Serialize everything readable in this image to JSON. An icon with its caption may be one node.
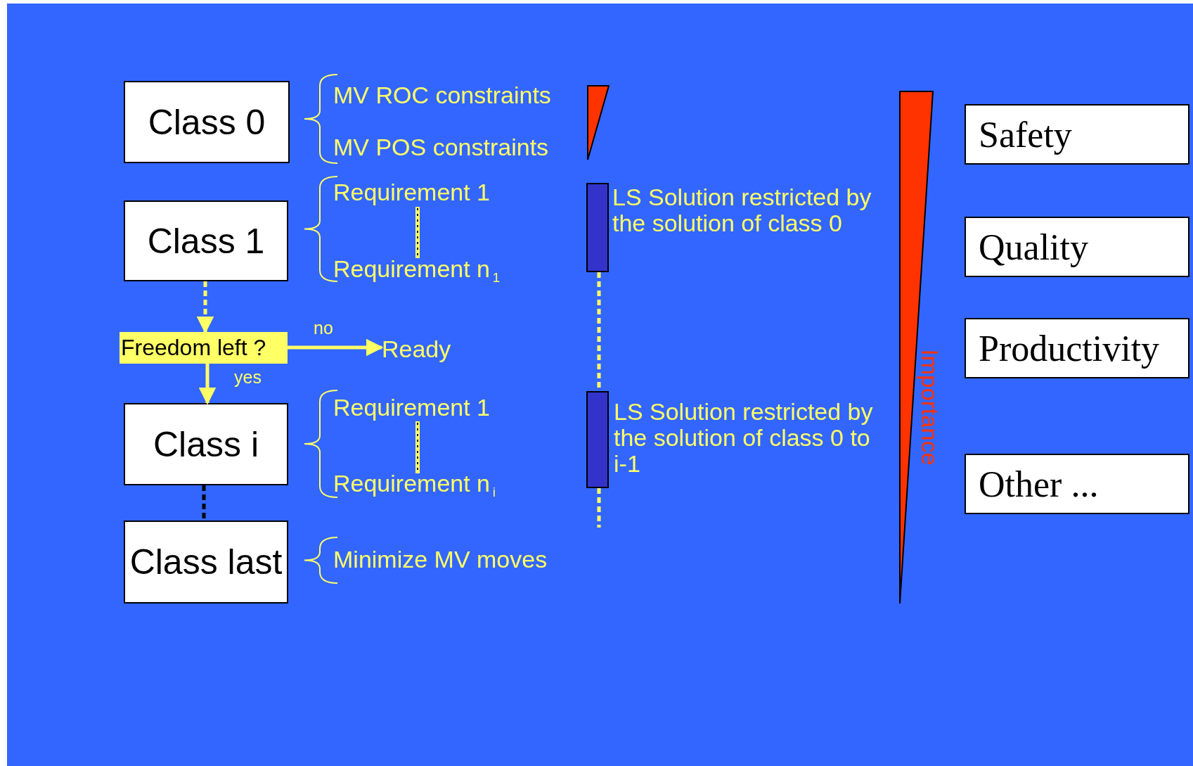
{
  "diagram": {
    "nodes": [
      {
        "text": [
          "Class 0"
        ]
      },
      {
        "text": [
          "Class 1"
        ]
      },
      {
        "text": [
          "Freedom left ?"
        ]
      },
      {
        "text": [
          "Ready"
        ]
      },
      {
        "text": [
          "Class i"
        ]
      },
      {
        "text": [
          "Class last"
        ]
      },
      {
        "text": [],
        "shape": "bar",
        "beside": [
          "LS Solution restricted by the solution of class 0"
        ]
      },
      {
        "text": [],
        "shape": "bar",
        "beside": [
          "LS Solution restricted by the solution of class 0 to i-1"
        ]
      },
      {
        "text": [
          "Safety"
        ]
      },
      {
        "text": [
          "Quality"
        ]
      },
      {
        "text": [
          "Productivity"
        ]
      },
      {
        "text": [
          "Other ..."
        ]
      }
    ],
    "edges": [
      {
        "from": 1,
        "to": 2,
        "arrow": "to",
        "style": "dashed"
      },
      {
        "from": 2,
        "to": 3,
        "arrow": "to",
        "label": "no"
      },
      {
        "from": 2,
        "to": 4,
        "arrow": "to",
        "label": "yes"
      },
      {
        "from": 4,
        "to": 5,
        "arrow": "none",
        "style": "dashed",
        "color": "#000000"
      },
      {
        "from": 6,
        "to": 7,
        "arrow": "none",
        "style": "dashed"
      },
      {
        "from": 7,
        "to": null,
        "arrow": "none",
        "style": "dashed"
      }
    ],
    "labels": [
      "MV ROC constraints",
      "MV POS constraints",
      "Requirement 1",
      "Requirement n$_{1}$",
      "Requirement 1",
      "Requirement n$_{i}$",
      "Minimize MV moves",
      "Importance"
    ]
  }
}
